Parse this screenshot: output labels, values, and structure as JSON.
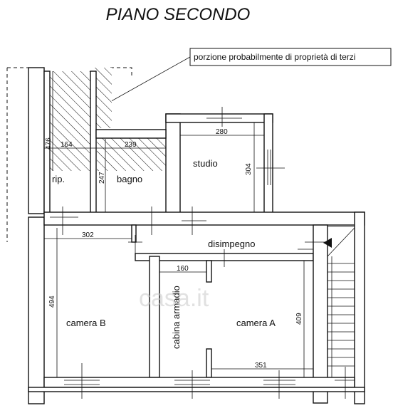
{
  "title": "PIANO SECONDO",
  "note": "porzione probabilmente di proprietà di terzi",
  "rooms": {
    "rip": "rip.",
    "bagno": "bagno",
    "studio": "studio",
    "disimpegno": "disimpegno",
    "camera_b": "camera B",
    "camera_a": "camera A",
    "cabina_armadio": "cabina armadio"
  },
  "dimensions": {
    "d476": "476",
    "d164": "164",
    "d239": "239",
    "d247": "247",
    "d280": "280",
    "d304": "304",
    "d302": "302",
    "d494": "494",
    "d160": "160",
    "d409": "409",
    "d351": "351"
  },
  "watermark": "casa.it"
}
